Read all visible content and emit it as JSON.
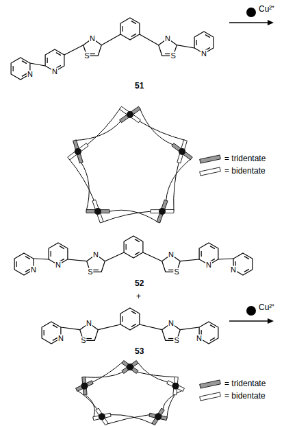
{
  "diagram": {
    "labels": [
      "N",
      "N",
      "N",
      "S",
      "N",
      "S",
      "N",
      "Cu²⁺",
      "51",
      "N",
      "N",
      "N",
      "S",
      "N",
      "S",
      "N",
      "N",
      "52",
      "+",
      "N",
      "N",
      "S",
      "N",
      "S",
      "N",
      "Cu²⁺",
      "53"
    ],
    "legend": [
      {
        "text": "= tridentate",
        "color": "#999999"
      },
      {
        "text": "= bidentate",
        "color": "#ffffff"
      },
      {
        "text": "= tridentate",
        "color": "#999999"
      },
      {
        "text": "= bidentate",
        "color": "#ffffff"
      }
    ]
  }
}
